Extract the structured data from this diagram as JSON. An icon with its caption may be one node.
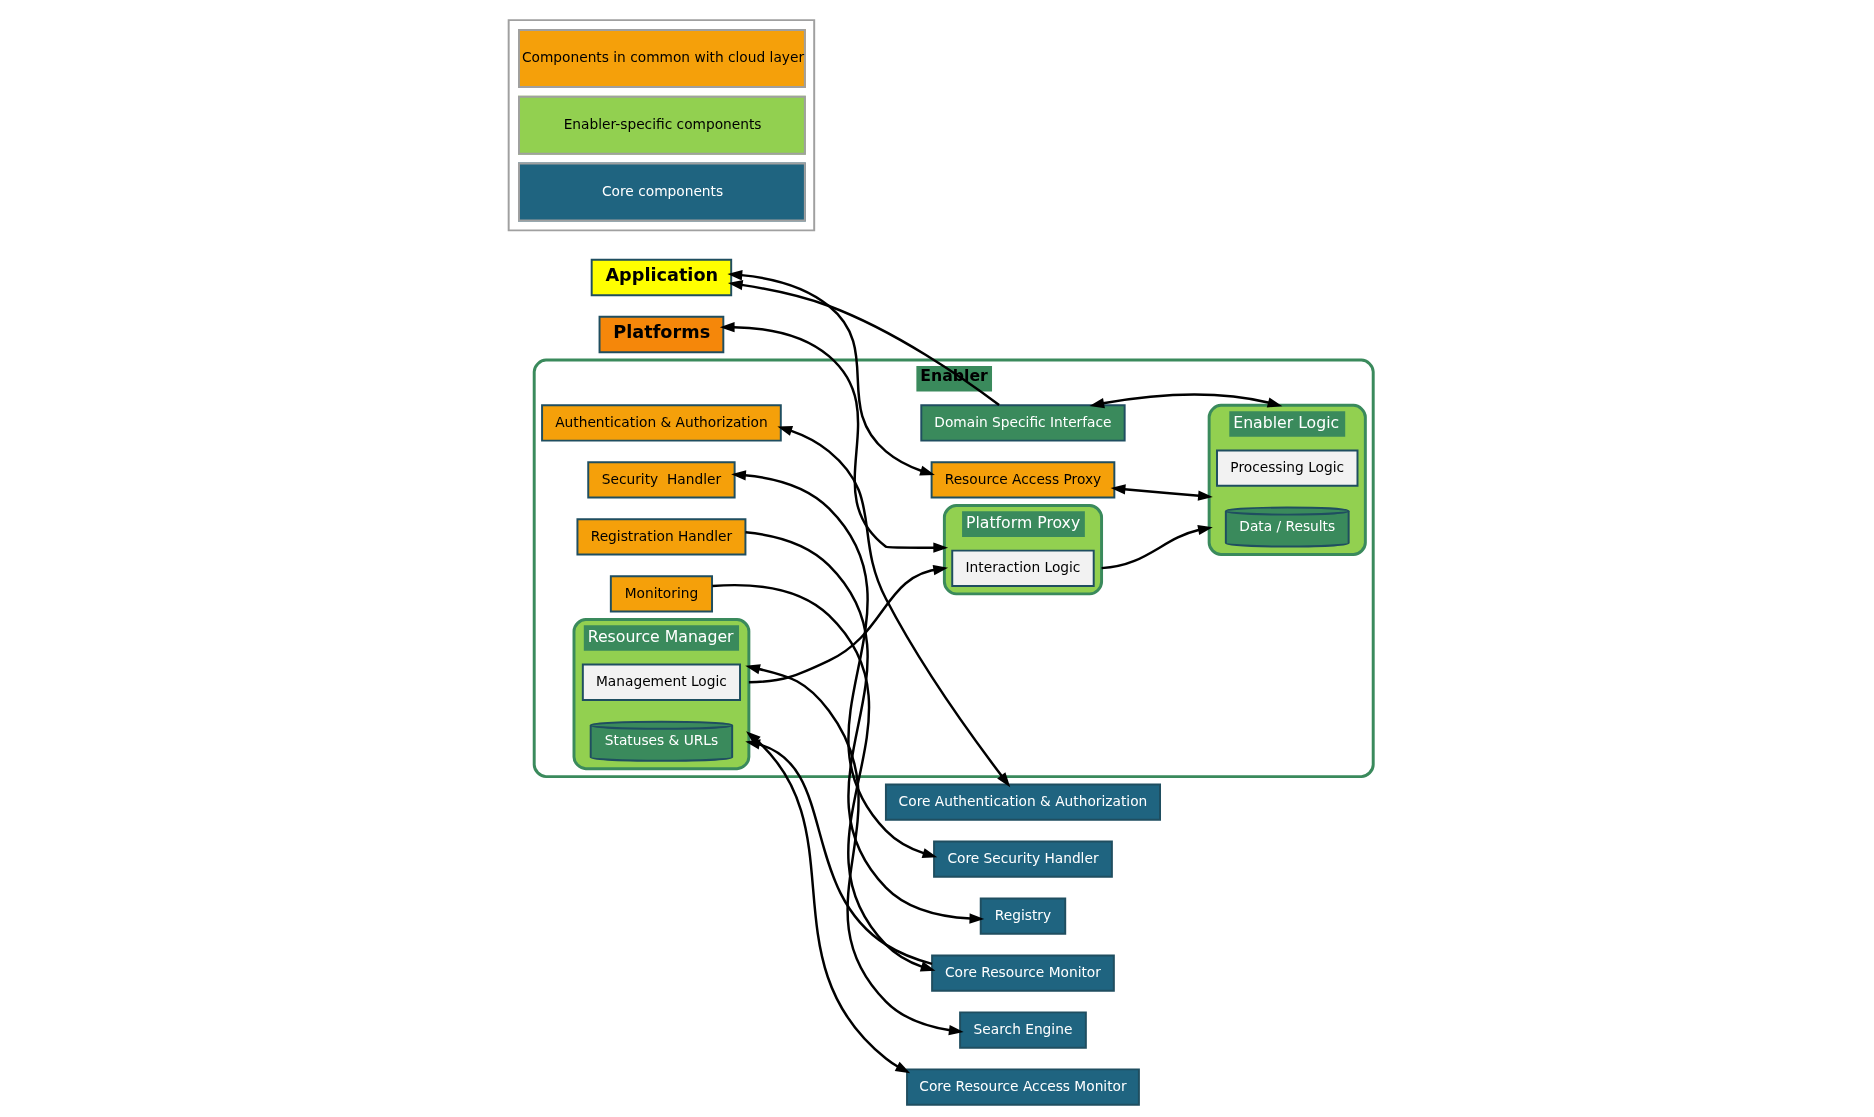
{
  "diagram": {
    "nodes": [
      {
        "text": [
          "Application"
        ]
      },
      {
        "text": [
          "Enabler"
        ]
      },
      {
        "text": [
          "Domain Specific Interface"
        ],
        "in": 1
      },
      {
        "text": [
          "Resource Access Proxy"
        ],
        "in": 1
      },
      {
        "text": [
          "Enabler Logic"
        ],
        "in": 1
      },
      {
        "text": [
          "Data / Results"
        ],
        "in": 4
      },
      {
        "text": [
          "Processing Logic"
        ],
        "in": 4
      },
      {
        "text": [
          "Platform Proxy"
        ],
        "in": 1
      },
      {
        "text": [
          "Interaction Logic"
        ],
        "in": 7
      },
      {
        "text": [
          "Authentication & Authorization"
        ],
        "in": 1
      },
      {
        "text": [
          "Security  Handler"
        ],
        "in": 1
      },
      {
        "text": [
          "Registration Handler"
        ],
        "in": 1
      },
      {
        "text": [
          "Monitoring"
        ],
        "in": 1
      },
      {
        "text": [
          "Resource Manager"
        ],
        "in": 1
      },
      {
        "text": [
          "Management Logic"
        ],
        "in": 13
      },
      {
        "text": [
          "Statuses & URLs"
        ],
        "in": 13
      },
      {
        "text": [
          "Core Authentication & Authorization"
        ]
      },
      {
        "text": [
          "Core Security Handler"
        ]
      },
      {
        "text": [
          "Registry"
        ]
      },
      {
        "text": [
          "Core Resource Monitor"
        ]
      },
      {
        "text": [
          "Search Engine"
        ]
      },
      {
        "text": [
          "Core Resource Access Monitor"
        ]
      },
      {
        "text": [
          "Platforms"
        ]
      }
    ],
    "edges": [
      {
        "from": 2,
        "to": 0,
        "arrow": "to"
      },
      {
        "from": 0,
        "to": 3,
        "arrow": "both"
      },
      {
        "from": 3,
        "to": 4,
        "arrow": "both"
      },
      {
        "from": 2,
        "to": 4,
        "arrow": "both"
      },
      {
        "from": 7,
        "to": 4,
        "arrow": "to"
      },
      {
        "from": 13,
        "to": 7,
        "arrow": "to"
      },
      {
        "from": 22,
        "to": 7,
        "arrow": "both"
      },
      {
        "from": 9,
        "to": 16,
        "arrow": "both"
      },
      {
        "from": 10,
        "to": 17,
        "arrow": "both"
      },
      {
        "from": 11,
        "to": 18,
        "arrow": "to"
      },
      {
        "from": 12,
        "to": 19,
        "arrow": "to"
      },
      {
        "from": 19,
        "to": 13,
        "arrow": "to"
      },
      {
        "from": 13,
        "to": 20,
        "arrow": "both"
      },
      {
        "from": 21,
        "to": 13,
        "arrow": "both"
      }
    ],
    "legend": [
      {
        "text": "Components in common with cloud layer",
        "color": "#f5a00a"
      },
      {
        "text": "Enabler-specific components",
        "color": "#92d050"
      },
      {
        "text": "Core components",
        "color": "#1f6480"
      }
    ]
  }
}
